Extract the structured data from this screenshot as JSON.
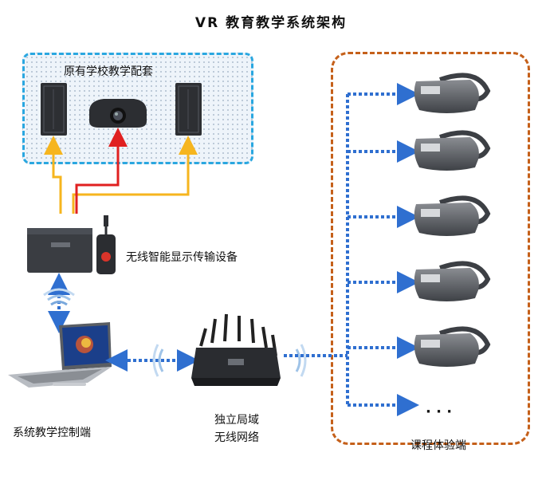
{
  "title": "VR 教育教学系统架构",
  "school_group": {
    "label": "原有学校教学配套"
  },
  "wireless_display": {
    "label": "无线智能显示传输设备"
  },
  "controller": {
    "label": "系统教学控制端"
  },
  "network": {
    "label_line1": "独立局域",
    "label_line2": "无线网络"
  },
  "vr_terminals": {
    "label": "课程体验端",
    "ellipsis": "· · ·"
  },
  "colors": {
    "yellow_link": "#f6b51e",
    "red_link": "#e02020",
    "blue_link": "#2f6fd0",
    "school_border": "#2aa7e0",
    "vr_border": "#c5601a"
  }
}
